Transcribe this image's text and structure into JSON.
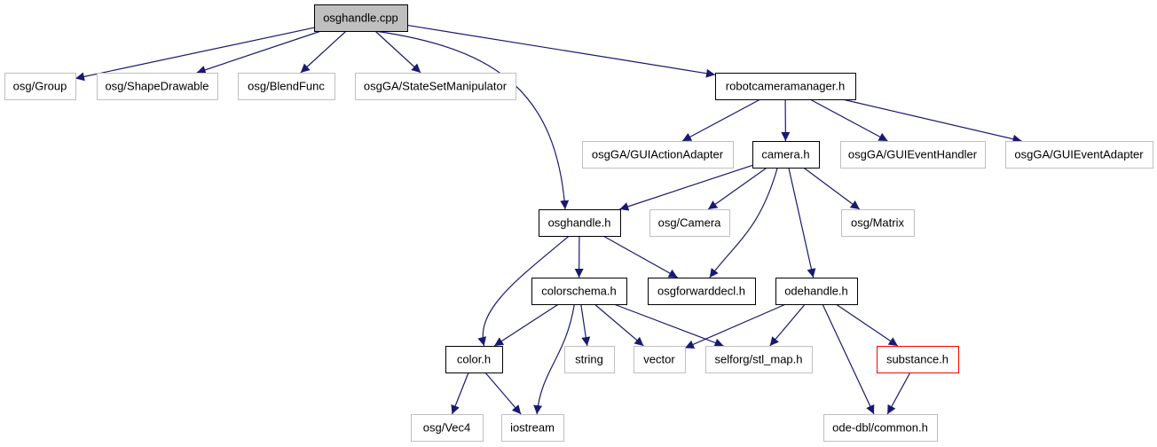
{
  "nodes": [
    {
      "id": "osghandle_cpp",
      "label": "osghandle.cpp",
      "style": "root"
    },
    {
      "id": "osg_group",
      "label": "osg/Group",
      "style": "external"
    },
    {
      "id": "osg_shapedrawable",
      "label": "osg/ShapeDrawable",
      "style": "external"
    },
    {
      "id": "osg_blendfunc",
      "label": "osg/BlendFunc",
      "style": "external"
    },
    {
      "id": "osgga_statesetmanipulator",
      "label": "osgGA/StateSetManipulator",
      "style": "external"
    },
    {
      "id": "robotcameramanager_h",
      "label": "robotcameramanager.h",
      "style": "local"
    },
    {
      "id": "osgga_guiactionadapter",
      "label": "osgGA/GUIActionAdapter",
      "style": "external"
    },
    {
      "id": "camera_h",
      "label": "camera.h",
      "style": "local"
    },
    {
      "id": "osgga_guieventhandler",
      "label": "osgGA/GUIEventHandler",
      "style": "external"
    },
    {
      "id": "osgga_guieventadapter",
      "label": "osgGA/GUIEventAdapter",
      "style": "external"
    },
    {
      "id": "osghandle_h",
      "label": "osghandle.h",
      "style": "local"
    },
    {
      "id": "osg_camera",
      "label": "osg/Camera",
      "style": "external"
    },
    {
      "id": "osg_matrix",
      "label": "osg/Matrix",
      "style": "external"
    },
    {
      "id": "colorschema_h",
      "label": "colorschema.h",
      "style": "local"
    },
    {
      "id": "osgforwarddecl_h",
      "label": "osgforwarddecl.h",
      "style": "local"
    },
    {
      "id": "odehandle_h",
      "label": "odehandle.h",
      "style": "local"
    },
    {
      "id": "color_h",
      "label": "color.h",
      "style": "local"
    },
    {
      "id": "string",
      "label": "string",
      "style": "external"
    },
    {
      "id": "vector",
      "label": "vector",
      "style": "external"
    },
    {
      "id": "selforg_stl_map_h",
      "label": "selforg/stl_map.h",
      "style": "external"
    },
    {
      "id": "substance_h",
      "label": "substance.h",
      "style": "truncated"
    },
    {
      "id": "osg_vec4",
      "label": "osg/Vec4",
      "style": "external"
    },
    {
      "id": "iostream",
      "label": "iostream",
      "style": "external"
    },
    {
      "id": "ode_dbl_common_h",
      "label": "ode-dbl/common.h",
      "style": "external"
    }
  ],
  "edges": [
    [
      "osghandle_cpp",
      "osg_group"
    ],
    [
      "osghandle_cpp",
      "osg_shapedrawable"
    ],
    [
      "osghandle_cpp",
      "osg_blendfunc"
    ],
    [
      "osghandle_cpp",
      "osgga_statesetmanipulator"
    ],
    [
      "osghandle_cpp",
      "robotcameramanager_h"
    ],
    [
      "osghandle_cpp",
      "osghandle_h"
    ],
    [
      "robotcameramanager_h",
      "osgga_guiactionadapter"
    ],
    [
      "robotcameramanager_h",
      "camera_h"
    ],
    [
      "robotcameramanager_h",
      "osgga_guieventhandler"
    ],
    [
      "robotcameramanager_h",
      "osgga_guieventadapter"
    ],
    [
      "camera_h",
      "osghandle_h"
    ],
    [
      "camera_h",
      "osg_camera"
    ],
    [
      "camera_h",
      "osgforwarddecl_h"
    ],
    [
      "camera_h",
      "osg_matrix"
    ],
    [
      "camera_h",
      "odehandle_h"
    ],
    [
      "osghandle_h",
      "color_h"
    ],
    [
      "osghandle_h",
      "colorschema_h"
    ],
    [
      "osghandle_h",
      "osgforwarddecl_h"
    ],
    [
      "colorschema_h",
      "color_h"
    ],
    [
      "colorschema_h",
      "iostream"
    ],
    [
      "colorschema_h",
      "string"
    ],
    [
      "colorschema_h",
      "vector"
    ],
    [
      "colorschema_h",
      "selforg_stl_map_h"
    ],
    [
      "odehandle_h",
      "vector"
    ],
    [
      "odehandle_h",
      "selforg_stl_map_h"
    ],
    [
      "odehandle_h",
      "ode_dbl_common_h"
    ],
    [
      "odehandle_h",
      "substance_h"
    ],
    [
      "color_h",
      "osg_vec4"
    ],
    [
      "color_h",
      "iostream"
    ],
    [
      "substance_h",
      "ode_dbl_common_h"
    ]
  ],
  "colors": {
    "root_fill": "#bfbfbf",
    "root_border": "#000000",
    "local_border": "#000000",
    "external_border": "#bfbfbf",
    "truncated_border": "#ff0000",
    "edge": "#191970",
    "text": "#000000"
  }
}
